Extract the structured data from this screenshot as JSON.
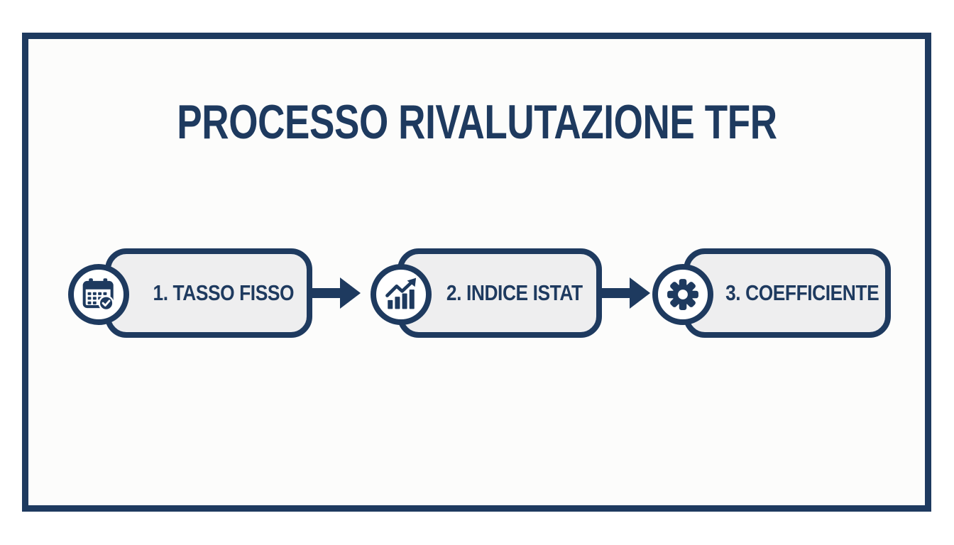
{
  "title": "PROCESSO RIVALUTAZIONE TFR",
  "colors": {
    "navy": "#1e3a5f",
    "box_fill": "#eeeeef",
    "canvas_bg": "#fcfcfb",
    "page_bg": "#ffffff"
  },
  "steps": [
    {
      "label": "1. TASSO FISSO",
      "icon": "calendar-check-icon"
    },
    {
      "label": "2. INDICE ISTAT",
      "icon": "trend-chart-icon"
    },
    {
      "label": "3. COEFFICIENTE",
      "icon": "gear-icon"
    }
  ],
  "connectors": [
    {
      "icon": "flow-arrow-icon",
      "direction": "right"
    },
    {
      "icon": "flow-arrow-icon",
      "direction": "right"
    }
  ]
}
